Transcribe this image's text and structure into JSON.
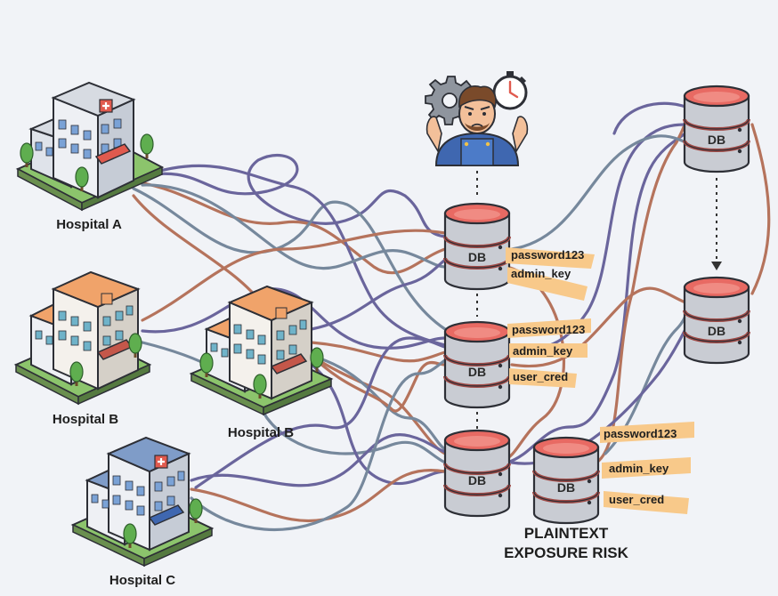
{
  "colors": {
    "background": "#f1f3f7",
    "db_top": "#e86a63",
    "db_body": "#c9ccd3",
    "db_band": "#a04a46",
    "cred_highlight": "#f8c98a",
    "cable_purple": "#5f5a95",
    "cable_brown": "#b0694f",
    "cable_slate": "#6c7f95",
    "roof_orange": "#f0a36a",
    "roof_blue": "#7f9cc8",
    "roof_gray": "#d7dbe2",
    "grass": "#8cc46c"
  },
  "icons": [
    "gear-icon",
    "stopwatch-icon",
    "frustrated-engineer-icon",
    "hospital-building-icon",
    "database-icon",
    "arrow-down-icon"
  ],
  "hospitals": [
    {
      "label": "Hospital A"
    },
    {
      "label": "Hospital B"
    },
    {
      "label": "Hospital B"
    },
    {
      "label": "Hospital C"
    }
  ],
  "databases": [
    {
      "label": "DB"
    },
    {
      "label": "DB"
    },
    {
      "label": "DB"
    },
    {
      "label": "DB"
    },
    {
      "label": "DB"
    },
    {
      "label": "DB"
    }
  ],
  "credentials": {
    "group1": [
      "password123",
      "admin_key"
    ],
    "group2": [
      "password123",
      "admin_key",
      "user_cred"
    ],
    "group3": [
      "password123",
      "admin_key",
      "user_cred"
    ]
  },
  "risk_label": {
    "line1": "PLAINTEXT",
    "line2": "EXPOSURE RISK"
  }
}
